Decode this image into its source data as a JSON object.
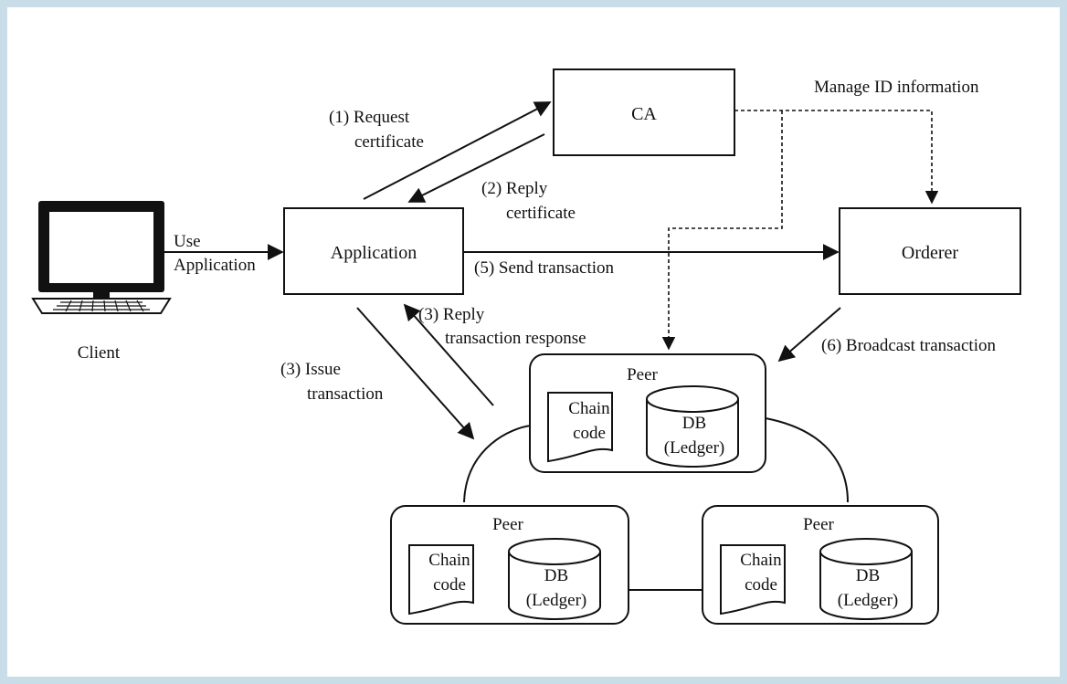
{
  "nodes": {
    "ca": "CA",
    "application": "Application",
    "orderer": "Orderer",
    "client": "Client"
  },
  "peers": [
    {
      "title": "Peer",
      "chaincode_line1": "Chain",
      "chaincode_line2": "code",
      "db_line1": "DB",
      "db_line2": "(Ledger)"
    },
    {
      "title": "Peer",
      "chaincode_line1": "Chain",
      "chaincode_line2": "code",
      "db_line1": "DB",
      "db_line2": "(Ledger)"
    },
    {
      "title": "Peer",
      "chaincode_line1": "Chain",
      "chaincode_line2": "code",
      "db_line1": "DB",
      "db_line2": "(Ledger)"
    }
  ],
  "edges": {
    "use_app": [
      "Use",
      "Application"
    ],
    "request_cert": [
      "(1) Request",
      "certificate"
    ],
    "reply_cert": [
      "(2) Reply",
      "certificate"
    ],
    "manage_id": "Manage ID information",
    "send_tx": "(5) Send transaction",
    "reply_tx": [
      "(3) Reply",
      "transaction response"
    ],
    "issue_tx": [
      "(3) Issue",
      "transaction"
    ],
    "broadcast_tx": "(6) Broadcast transaction"
  }
}
